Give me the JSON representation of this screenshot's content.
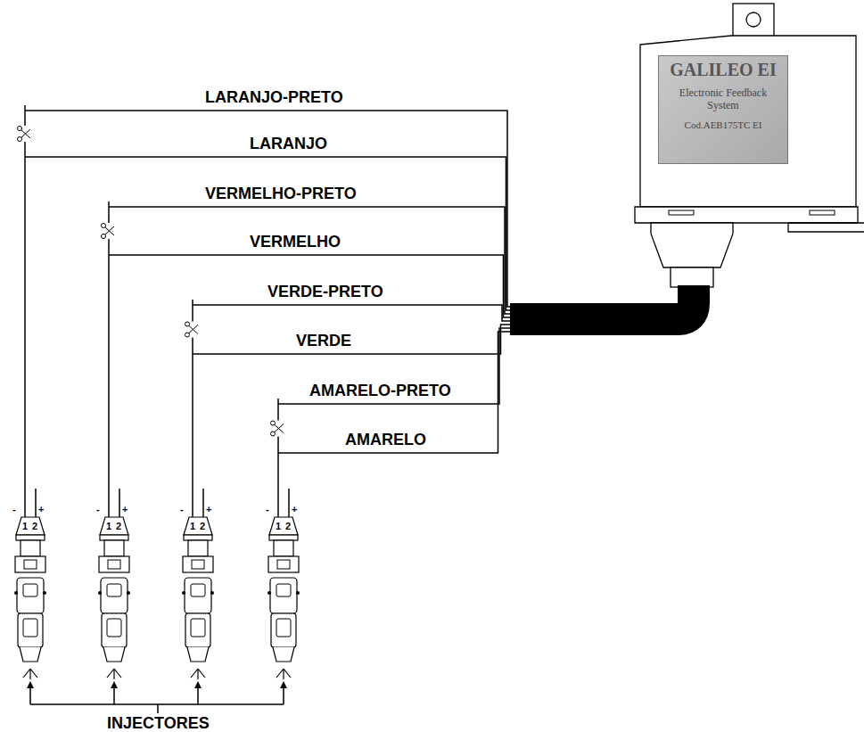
{
  "diagram": {
    "nodes": [
      {
        "text": [
          "GALILEO EI",
          "Electronic Feedback System",
          "Cod.AEB175TC EI"
        ]
      }
    ],
    "labels": [
      "LARANJO-PRETO",
      "LARANJO",
      "VERMELHO-PRETO",
      "VERMELHO",
      "VERDE-PRETO",
      "VERDE",
      "AMARELO-PRETO",
      "AMARELO",
      "-",
      "1",
      "2",
      "+",
      "-",
      "1",
      "2",
      "+",
      "-",
      "1",
      "2",
      "+",
      "-",
      "1",
      "2",
      "+",
      "INJECTORES"
    ]
  }
}
